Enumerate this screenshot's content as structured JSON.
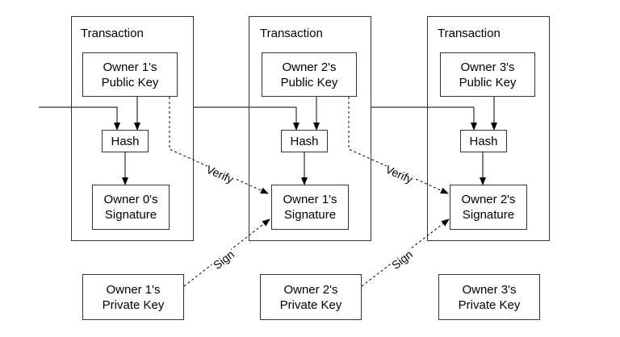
{
  "transactions": [
    {
      "title": "Transaction",
      "public_key": {
        "line1": "Owner 1's",
        "line2": "Public Key"
      },
      "hash": "Hash",
      "signature": {
        "line1": "Owner 0's",
        "line2": "Signature"
      }
    },
    {
      "title": "Transaction",
      "public_key": {
        "line1": "Owner 2's",
        "line2": "Public Key"
      },
      "hash": "Hash",
      "signature": {
        "line1": "Owner 1's",
        "line2": "Signature"
      }
    },
    {
      "title": "Transaction",
      "public_key": {
        "line1": "Owner 3's",
        "line2": "Public Key"
      },
      "hash": "Hash",
      "signature": {
        "line1": "Owner 2's",
        "line2": "Signature"
      }
    }
  ],
  "private_keys": [
    {
      "line1": "Owner 1's",
      "line2": "Private Key"
    },
    {
      "line1": "Owner 2's",
      "line2": "Private Key"
    },
    {
      "line1": "Owner 3's",
      "line2": "Private Key"
    }
  ],
  "edge_labels": {
    "verify": "Verify",
    "sign": "Sign"
  }
}
